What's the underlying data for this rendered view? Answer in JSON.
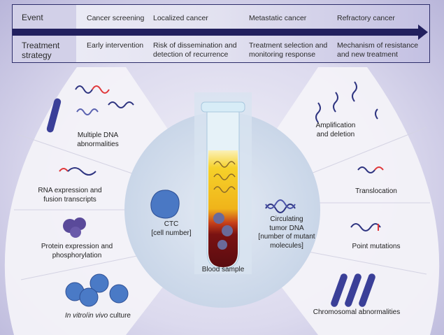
{
  "header": {
    "row_labels": {
      "event": "Event",
      "treatment_line1": "Treatment",
      "treatment_line2": "strategy"
    },
    "stages": [
      {
        "event": "Cancer screening",
        "strategy_line1": "Early intervention",
        "strategy_line2": ""
      },
      {
        "event": "Localized cancer",
        "strategy_line1": "Risk of dissemination and",
        "strategy_line2": "detection of recurrence"
      },
      {
        "event": "Metastatic cancer",
        "strategy_line1": "Treatment selection and",
        "strategy_line2": "monitoring response"
      },
      {
        "event": "Refractory cancer",
        "strategy_line1": "Mechanism of resistance",
        "strategy_line2": "and new treatment"
      }
    ],
    "arrow_color": "#22205e"
  },
  "left_panel": {
    "items": [
      {
        "line1": "Multiple DNA",
        "line2": "abnormalities",
        "icon": "dna-chromosome-icon"
      },
      {
        "line1": "RNA expression and",
        "line2": "fusion transcripts",
        "icon": "rna-icon"
      },
      {
        "line1": "Protein expression and",
        "line2": "phosphorylation",
        "icon": "protein-icon"
      },
      {
        "italic1": "In vitro",
        "sep": "/",
        "italic2": "in vivo",
        "rest": " culture",
        "icon": "cell-culture-icon"
      }
    ]
  },
  "center": {
    "ctc_line1": "CTC",
    "ctc_line2": "[cell number]",
    "ctdna_line1": "Circulating",
    "ctdna_line2": "tumor DNA",
    "ctdna_line3": "[number of mutant",
    "ctdna_line4": "molecules]",
    "tube_label": "Blood sample"
  },
  "right_panel": {
    "items": [
      {
        "line1": "Amplification",
        "line2": "and deletion",
        "icon": "dna-amplification-icon"
      },
      {
        "line1": "Translocation",
        "icon": "dna-translocation-icon"
      },
      {
        "line1": "Point mutations",
        "icon": "dna-point-mutation-icon"
      },
      {
        "line1": "Chromosomal abnormalities",
        "icon": "chromosome-icon"
      }
    ]
  },
  "colors": {
    "dna_blue": "#2e3480",
    "dna_red": "#e0383a",
    "cell_blue": "#4a78c4",
    "plasma_yellow": "#f2c21a",
    "blood_red": "#6e0f12"
  }
}
